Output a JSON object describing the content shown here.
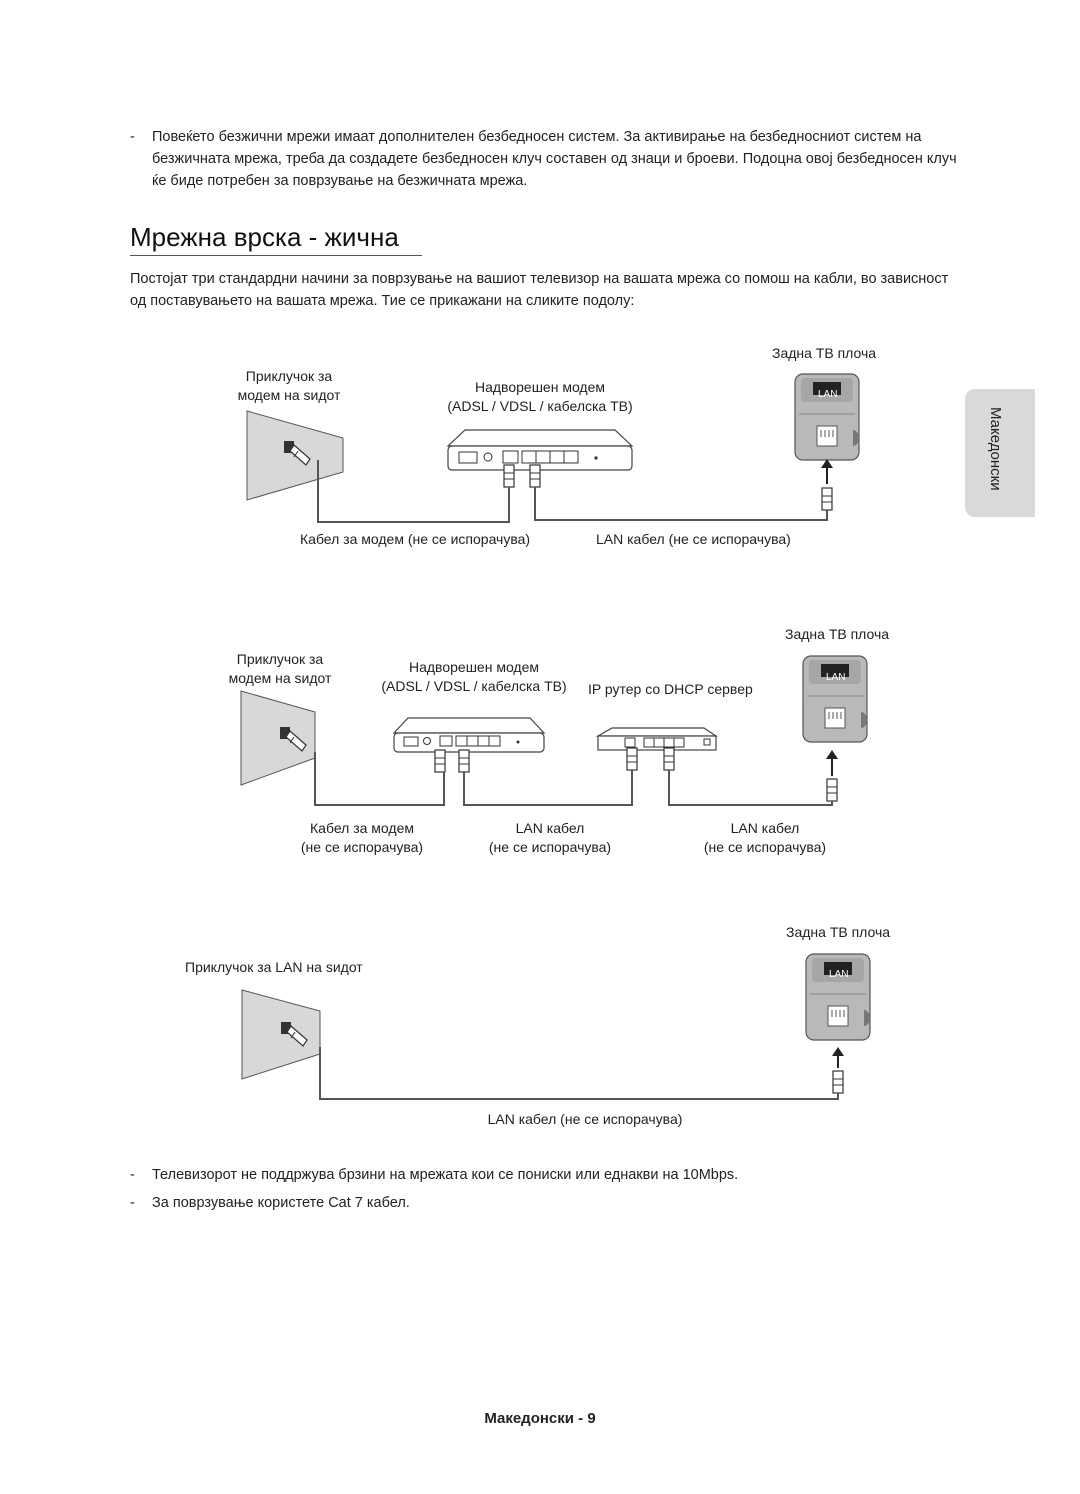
{
  "top_bullet": {
    "dash": "-",
    "text": "Повеќето безжични мрежи имаат дополнителен безбедносен систем. За активирање на безбедносниот систем на безжичната мрежа, треба да создадете безбедносен клуч составен од знаци и броеви. Подоцна овој безбедносен клуч ќе биде потребен за поврзување на безжичната мрежа."
  },
  "title": "Мрежна врска - жична",
  "intro": "Постојат три стандардни начини за поврзување на вашиот телевизор на вашата мрежа со помош на кабли, во зависност од поставувањето на вашата мрежа. Тие се прикажани на сликите подолу:",
  "side_tab": "Македонски",
  "diagram1": {
    "tv_label": "Задна ТВ плоча",
    "wall_label_1": "Приклучок за",
    "wall_label_2": "модем на ѕидот",
    "modem_label_1": "Надворешен модем",
    "modem_label_2": "(ADSL / VDSL / кабелска ТВ)",
    "cable_left": "Кабел за модем (не се испорачува)",
    "cable_right": "LAN кабел (не се испорачува)",
    "lan_badge": "LAN"
  },
  "diagram2": {
    "tv_label": "Задна ТВ плоча",
    "wall_label_1": "Приклучок за",
    "wall_label_2": "модем на ѕидот",
    "modem_label_1": "Надворешен модем",
    "modem_label_2": "(ADSL / VDSL / кабелска ТВ)",
    "router_label": "IP рутер со DHCP сервер",
    "cable1_a": "Кабел за модем",
    "cable1_b": "(не се испорачува)",
    "cable2_a": "LAN кабел",
    "cable2_b": "(не се испорачува)",
    "cable3_a": "LAN кабел",
    "cable3_b": "(не се испорачува)",
    "lan_badge": "LAN"
  },
  "diagram3": {
    "tv_label": "Задна ТВ плоча",
    "wall_label": "Приклучок за LAN на ѕидот",
    "cable": "LAN кабел (не се испорачува)",
    "lan_badge": "LAN"
  },
  "notes": [
    {
      "dash": "-",
      "text": "Телевизорот не поддржува брзини на мрежата кои се пониски или еднакви на 10Mbps."
    },
    {
      "dash": "-",
      "text": "За поврзување користете Cat 7 кабел."
    }
  ],
  "footer": "Македонски - 9"
}
